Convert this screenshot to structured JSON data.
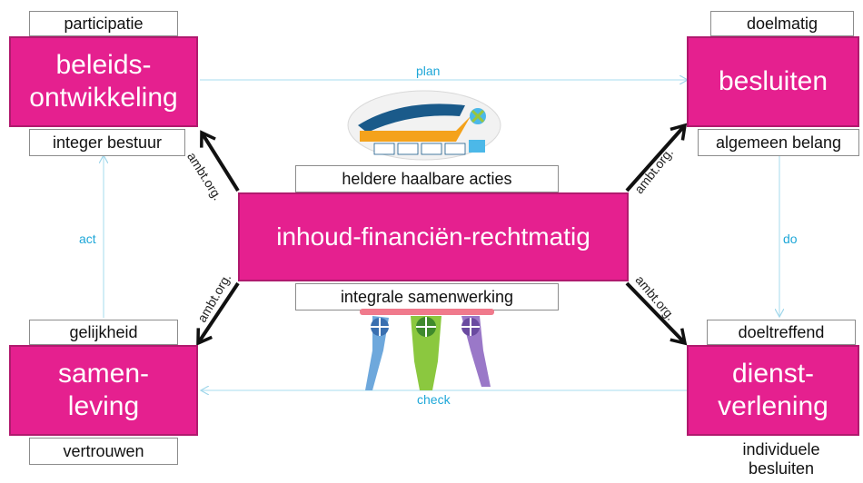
{
  "center": {
    "main": "inhoud-financiën-rechtmatig",
    "top_label": "heldere haalbare acties",
    "bottom_label": "integrale samenwerking"
  },
  "top_left": {
    "title": "beleids-\nontwikkeling",
    "above": "participatie",
    "below": "integer bestuur"
  },
  "top_right": {
    "title": "besluiten",
    "above": "doelmatig",
    "below": "algemeen belang"
  },
  "bottom_left": {
    "title": "samen-\nleving",
    "above": "gelijkheid",
    "below": "vertrouwen"
  },
  "bottom_right": {
    "title": "dienst-\nverlening",
    "above": "doeltreffend",
    "below": "individuele\nbesluiten"
  },
  "flows": {
    "plan": "plan",
    "do": "do",
    "check": "check",
    "act": "act"
  },
  "arrows": {
    "tl": "ambt.org.",
    "tr": "ambt.org.",
    "bl": "ambt.org.",
    "br": "ambt.org."
  },
  "colors": {
    "magenta": "#e5208f",
    "flow": "#1ea7d8",
    "cycle_line": "#b9e3f2"
  },
  "illustrations": {
    "top": "cycle-infographic",
    "bottom": "collaborating-figures"
  }
}
